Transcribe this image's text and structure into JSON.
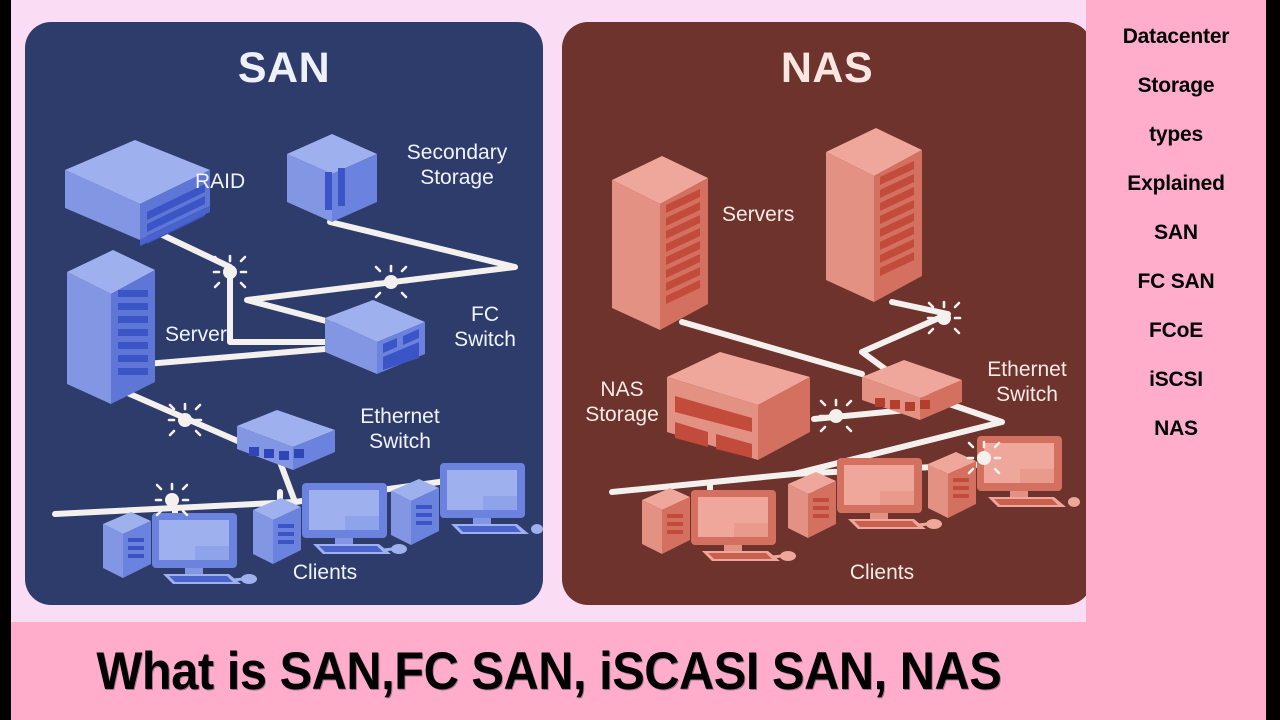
{
  "meta": {
    "image_kind": "infographic-diagram",
    "layout": "two side-by-side network topology cards with right keyword sidebar and bottom caption"
  },
  "colors": {
    "outer_border": "#000000",
    "sidebar_pink": "#FFADCB",
    "canvas_pink": "#FADDF5",
    "caption_pink": "#FFADCB",
    "san_panel": "#2D3C6B",
    "nas_panel": "#6D332C",
    "san_device_light": "#8FA3EA",
    "san_device_mid": "#6F86DE",
    "san_device_dark": "#3C55C6",
    "nas_device_light": "#EFA79B",
    "nas_device_mid": "#E08A7B",
    "nas_device_dark": "#C24B3B",
    "link_line": "#F3F0EE",
    "san_text": "#F0F3FB",
    "nas_text": "#FAEAE6",
    "caption_text": "#000000"
  },
  "sidebar": {
    "items": [
      {
        "label": "Datacenter"
      },
      {
        "label": "Storage"
      },
      {
        "label": "types"
      },
      {
        "label": "Explained"
      },
      {
        "label": "SAN"
      },
      {
        "label": "FC SAN"
      },
      {
        "label": "FCoE"
      },
      {
        "label": "iSCSI"
      },
      {
        "label": "NAS"
      }
    ]
  },
  "caption": {
    "text": "What is SAN,FC SAN, iSCASI SAN, NAS"
  },
  "panels": [
    {
      "id": "san",
      "title": "SAN",
      "labels": {
        "raid": "RAID",
        "secondary_storage": "Secondary\nStorage",
        "server": "Server",
        "fc_switch": "FC\nSwitch",
        "ethernet_switch": "Ethernet\nSwitch",
        "clients": "Clients"
      },
      "nodes": [
        {
          "name": "raid-array",
          "label": "RAID",
          "type": "raid-box",
          "drive_slots": 4
        },
        {
          "name": "secondary-storage",
          "label": "Secondary Storage",
          "type": "storage-cube",
          "bars": 2
        },
        {
          "name": "server-rack",
          "label": "Server",
          "type": "server-tower"
        },
        {
          "name": "fc-switch",
          "label": "FC Switch",
          "type": "switch-box"
        },
        {
          "name": "ethernet-switch",
          "label": "Ethernet Switch",
          "type": "switch-flat",
          "ports": 4
        },
        {
          "name": "client-workstations",
          "label": "Clients",
          "type": "workstation",
          "count": 3
        }
      ],
      "links": [
        {
          "from": "raid-array",
          "to": "fc-switch",
          "has_node_dot": true
        },
        {
          "from": "secondary-storage",
          "to": "fc-switch",
          "has_node_dot": true
        },
        {
          "from": "server-rack",
          "to": "fc-switch",
          "has_node_dot": false
        },
        {
          "from": "server-rack",
          "to": "ethernet-switch",
          "has_node_dot": true
        },
        {
          "from": "ethernet-switch",
          "to": "client-workstations",
          "has_node_dot": true
        }
      ]
    },
    {
      "id": "nas",
      "title": "NAS",
      "labels": {
        "servers": "Servers",
        "nas_storage": "NAS\nStorage",
        "ethernet_switch": "Ethernet\nSwitch",
        "clients": "Clients"
      },
      "nodes": [
        {
          "name": "server-rack-left",
          "label": "Servers",
          "type": "server-tower"
        },
        {
          "name": "server-rack-right",
          "label": "Servers",
          "type": "server-tower"
        },
        {
          "name": "nas-storage",
          "label": "NAS Storage",
          "type": "nas-box"
        },
        {
          "name": "ethernet-switch",
          "label": "Ethernet Switch",
          "type": "switch-flat",
          "ports": 4
        },
        {
          "name": "client-workstations",
          "label": "Clients",
          "type": "workstation",
          "count": 3
        }
      ],
      "links": [
        {
          "from": "server-rack-right",
          "to": "ethernet-switch",
          "has_node_dot": true
        },
        {
          "from": "server-rack-left",
          "to": "ethernet-switch",
          "has_node_dot": false
        },
        {
          "from": "nas-storage",
          "to": "ethernet-switch",
          "has_node_dot": true
        },
        {
          "from": "ethernet-switch",
          "to": "client-workstations",
          "has_node_dot": true
        }
      ]
    }
  ]
}
